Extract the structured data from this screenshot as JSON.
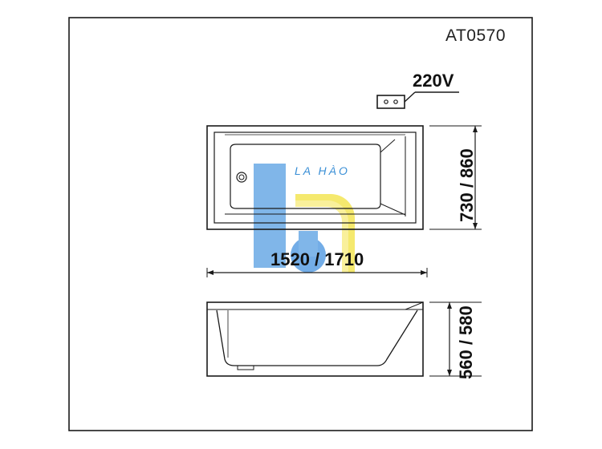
{
  "model_code": "AT0570",
  "voltage_label": "220V",
  "dimensions": {
    "length": "1520 / 1710",
    "width": "730 / 860",
    "height": "560 / 580"
  },
  "watermark": {
    "brand_text": "LA HÀO"
  },
  "colors": {
    "line": "#1a1a1a",
    "watermark_blue": "#4a90e2",
    "watermark_yellow": "#f2e24a"
  }
}
